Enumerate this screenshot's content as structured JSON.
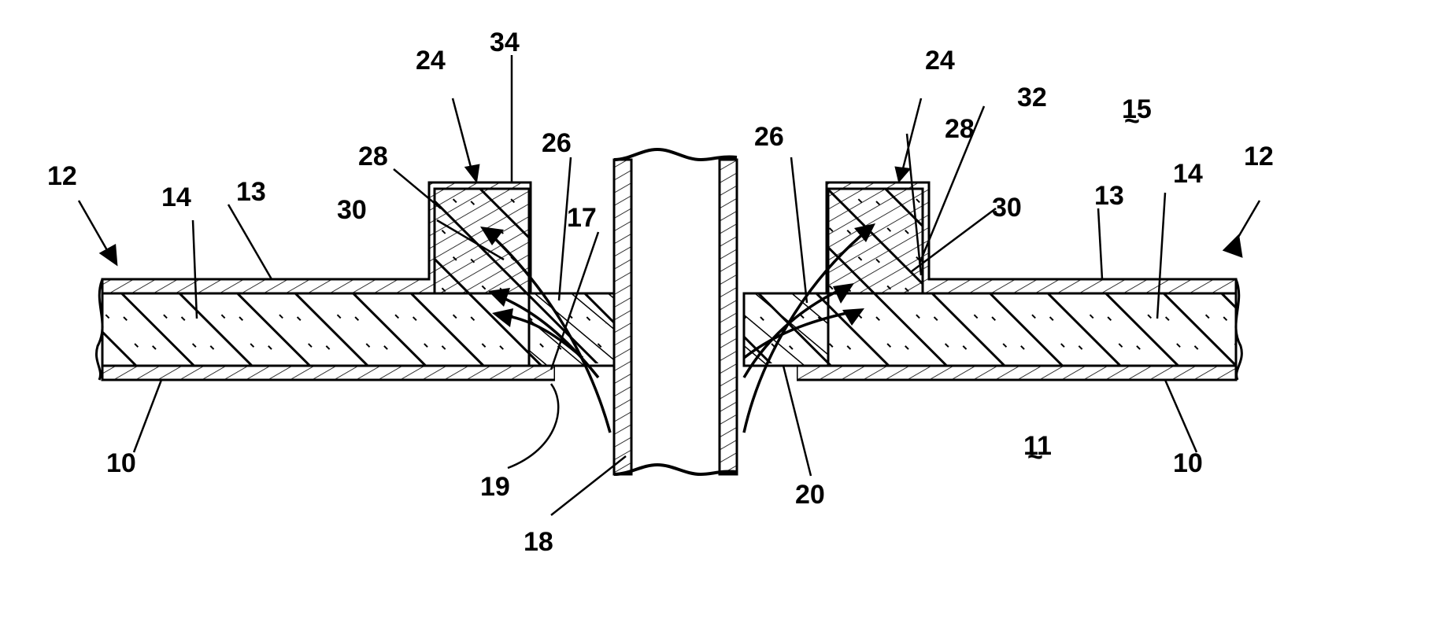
{
  "figure": {
    "colors": {
      "ink": "#000000",
      "paper": "#ffffff"
    },
    "labels": {
      "l10a": "10",
      "l10b": "10",
      "l11": "11",
      "l12a": "12",
      "l12b": "12",
      "l13a": "13",
      "l13b": "13",
      "l14a": "14",
      "l14b": "14",
      "l15": "15",
      "l17": "17",
      "l18": "18",
      "l19": "19",
      "l20": "20",
      "l24a": "24",
      "l24b": "24",
      "l26a": "26",
      "l26b": "26",
      "l28a": "28",
      "l28b": "28",
      "l30a": "30",
      "l30b": "30",
      "l32": "32",
      "l34": "34"
    }
  }
}
